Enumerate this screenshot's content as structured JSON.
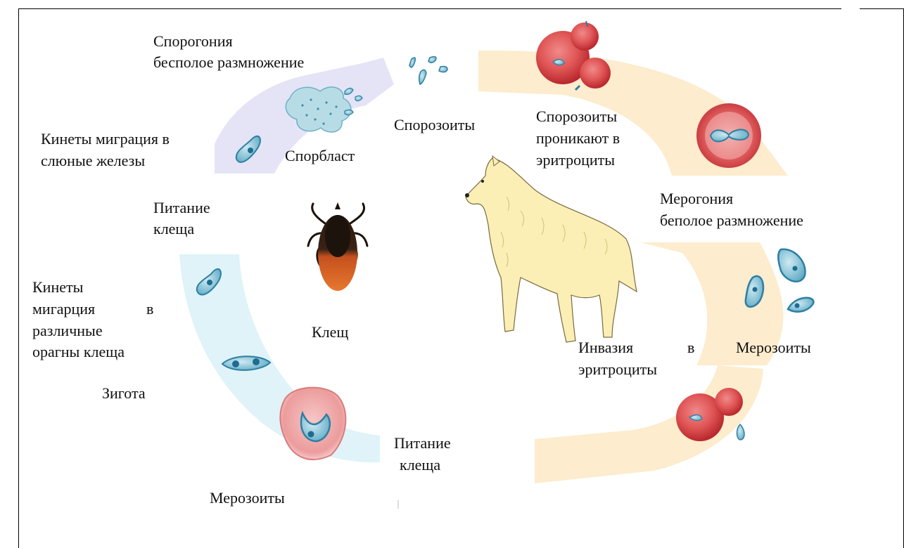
{
  "labels": {
    "sporogony_1": "Спорогония",
    "sporogony_2": "бесполое размножение",
    "sporozoites": "Спорозоиты",
    "sporozoites_penetrate_1": "Спорозоиты",
    "sporozoites_penetrate_2": "проникают в",
    "sporozoites_penetrate_3": "эритроциты",
    "kinetes_glands_1": "Кинеты миграция в",
    "kinetes_glands_2": "слюные железы",
    "sporoblast": "Спорбласт",
    "tick_feeding_top_1": "Питание",
    "tick_feeding_top_2": "клеща",
    "merogony_1": "Мерогония",
    "merogony_2": "беполое размножение",
    "kinetes_organs_1a": "Кинеты",
    "kinetes_organs_2a": "мигарция",
    "kinetes_organs_2b": "в",
    "kinetes_organs_3": "различные",
    "kinetes_organs_4": "орагны клеща",
    "tick": "Клещ",
    "invasion_1a": "Инвазия",
    "invasion_1b": "в",
    "invasion_2": "эритроциты",
    "merozoites_right": "Мерозоиты",
    "zygote": "Зигота",
    "tick_feeding_bottom_1": "Питание",
    "tick_feeding_bottom_2": "клеща",
    "merozoites_bottom": "Мерозоиты"
  },
  "icons": {
    "dog": "dog-illustration",
    "tick": "tick-illustration",
    "rbc": "red-blood-cell",
    "parasite": "teardrop-parasite"
  },
  "colors": {
    "dog_arc": "#fde9c4",
    "tick_top_arc": "#e4e4f6",
    "tick_bottom_arc": "#dff3f9",
    "rbc": "#d94545",
    "parasite": "#2d7fa3",
    "dog_body": "#fbefb5"
  }
}
